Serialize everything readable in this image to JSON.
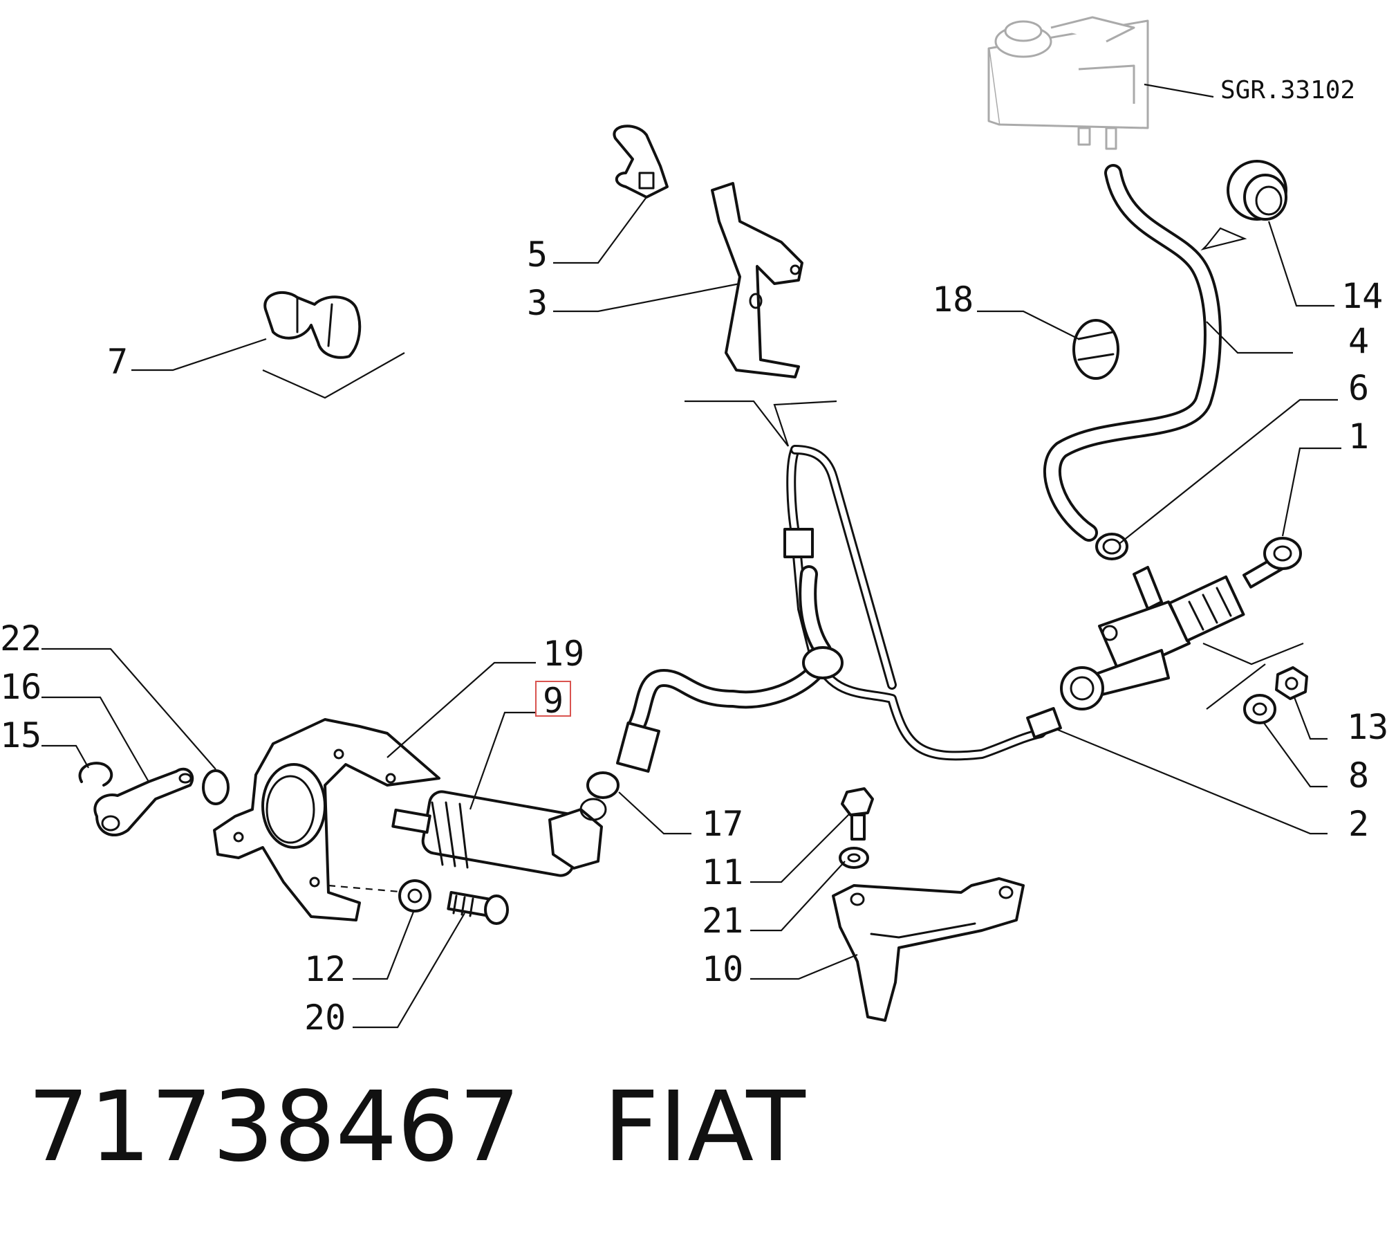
{
  "reference_code": "SGR.33102",
  "highlighted_label": "9",
  "callouts": {
    "c1": "1",
    "c2": "2",
    "c3": "3",
    "c4": "4",
    "c5": "5",
    "c6": "6",
    "c7": "7",
    "c8": "8",
    "c9": "9",
    "c10": "10",
    "c11": "11",
    "c12": "12",
    "c13": "13",
    "c14": "14",
    "c15": "15",
    "c16": "16",
    "c17": "17",
    "c18": "18",
    "c19": "19",
    "c20": "20",
    "c21": "21",
    "c22": "22"
  },
  "footer": {
    "part_number": "71738467",
    "brand": "FIAT"
  },
  "colors": {
    "highlight_border": "#d9534f",
    "line": "#111111",
    "ghost": "#aaaaaa"
  }
}
